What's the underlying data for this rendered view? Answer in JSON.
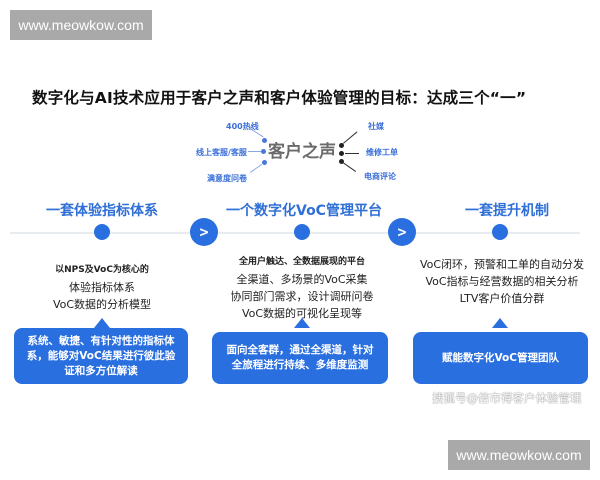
{
  "watermarks": {
    "top": "www.meowkow.com",
    "bottom": "www.meowkow.com"
  },
  "title": "数字化与AI技术应用于客户之声和客户体验管理的目标：达成三个“一”",
  "voc_cluster": {
    "center": "客户之声",
    "left_sources": [
      "400热线",
      "线上客服/客服",
      "满意度问卷"
    ],
    "right_sources": [
      "社媒",
      "维修工单",
      "电商评论"
    ]
  },
  "pillars": [
    {
      "title": "一套体验指标体系",
      "desc_bold": "以NPS及VoC为核心的",
      "desc_lines": [
        "体验指标体系",
        "VoC数据的分析模型"
      ],
      "box_text": "系统、敏捷、有针对性的指标体系，能够对VoC结果进行彼此验证和多方位解读"
    },
    {
      "title": "一个数字化VoC管理平台",
      "desc_bold": "全用户触达、全数据展现的平台",
      "desc_lines": [
        "全渠道、多场景的VoC采集",
        "协同部门需求，设计调研问卷",
        "VoC数据的可视化呈现等"
      ],
      "box_text": "面向全客群，通过全渠道，针对全旅程进行持续、多维度监测"
    },
    {
      "title": "一套提升机制",
      "desc_bold": "",
      "desc_lines": [
        "VoC闭环，预警和工单的自动分发",
        "VoC指标与经营数据的相关分析",
        "LTV客户价值分群"
      ],
      "box_text": "赋能数字化VoC管理团队"
    }
  ],
  "arrows": [
    ">",
    ">"
  ],
  "source_credit": "搜狐号@倍市得客户体验管理",
  "colors": {
    "accent": "#2a6fe0",
    "title_blue": "#2f6fd6",
    "source_blue": "#3a6fd8"
  }
}
